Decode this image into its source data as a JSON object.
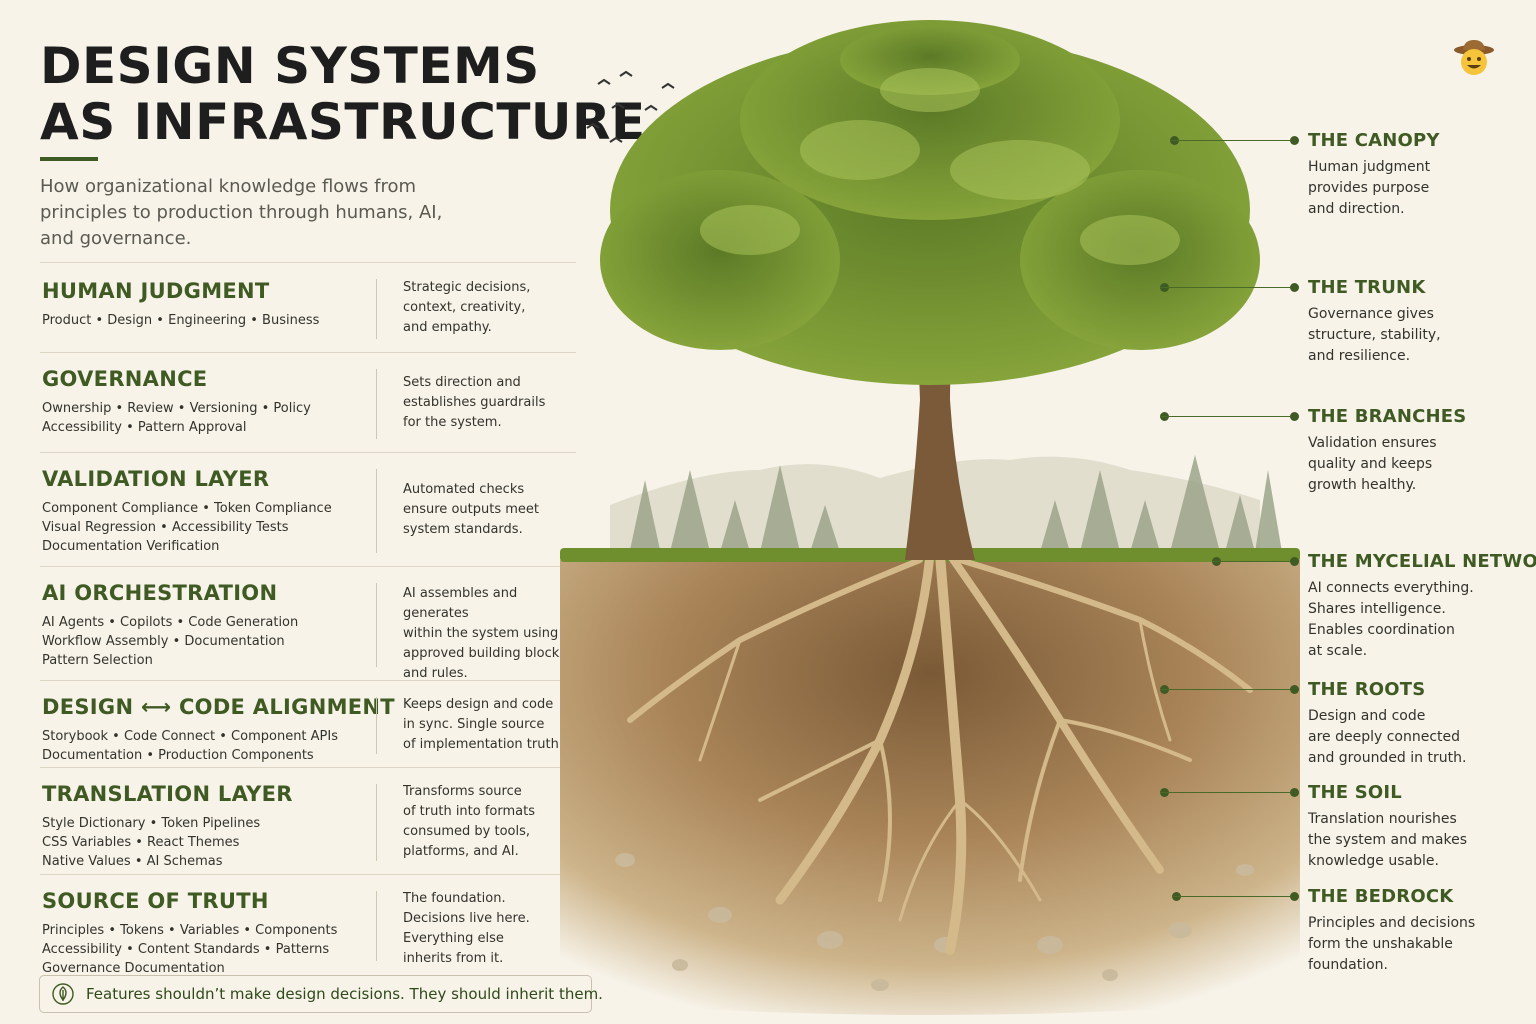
{
  "header": {
    "title_line1": "DESIGN SYSTEMS",
    "title_line2": "AS INFRASTRUCTURE",
    "subtitle": "How organizational knowledge flows from principles to production through humans, AI, and governance."
  },
  "layers": [
    {
      "title": "HUMAN JUDGMENT",
      "tags": [
        "Product • Design • Engineering • Business"
      ],
      "desc": [
        "Strategic decisions,",
        "context, creativity,",
        "and empathy."
      ]
    },
    {
      "title": "GOVERNANCE",
      "tags": [
        "Ownership • Review • Versioning • Policy",
        "Accessibility • Pattern Approval"
      ],
      "desc": [
        "Sets direction and",
        "establishes guardrails",
        "for the system."
      ]
    },
    {
      "title": "VALIDATION LAYER",
      "tags": [
        "Component Compliance • Token Compliance",
        "Visual Regression • Accessibility Tests",
        "Documentation Verification"
      ],
      "desc": [
        "Automated checks",
        "ensure outputs meet",
        "system standards."
      ]
    },
    {
      "title": "AI ORCHESTRATION",
      "tags": [
        "AI Agents • Copilots • Code Generation",
        "Workflow Assembly • Documentation",
        "Pattern Selection"
      ],
      "desc": [
        "AI assembles and generates",
        "within the system using",
        "approved building blocks",
        "and rules."
      ]
    },
    {
      "title": "DESIGN ⟷ CODE ALIGNMENT",
      "tags": [
        "Storybook • Code Connect • Component APIs",
        "Documentation • Production Components"
      ],
      "desc": [
        "Keeps design and code",
        "in sync. Single source",
        "of implementation truth."
      ]
    },
    {
      "title": "TRANSLATION LAYER",
      "tags": [
        "Style Dictionary • Token Pipelines",
        "CSS Variables • React Themes",
        "Native Values • AI Schemas"
      ],
      "desc": [
        "Transforms source",
        "of truth into formats",
        "consumed by tools,",
        "platforms, and AI."
      ]
    },
    {
      "title": "SOURCE OF TRUTH",
      "tags": [
        "Principles • Tokens • Variables • Components",
        "Accessibility • Content Standards • Patterns",
        "Governance Documentation"
      ],
      "desc": [
        "The foundation.",
        "Decisions live here.",
        "Everything else",
        "inherits from it."
      ]
    }
  ],
  "callouts": [
    {
      "title": "THE CANOPY",
      "text": [
        "Human judgment",
        "provides purpose",
        "and direction."
      ]
    },
    {
      "title": "THE TRUNK",
      "text": [
        "Governance gives",
        "structure, stability,",
        "and resilience."
      ]
    },
    {
      "title": "THE BRANCHES",
      "text": [
        "Validation ensures",
        "quality and keeps",
        "growth healthy."
      ]
    },
    {
      "title": "THE MYCELIAL NETWORK",
      "text": [
        "AI connects everything.",
        "Shares intelligence.",
        "Enables coordination",
        "at scale."
      ]
    },
    {
      "title": "THE ROOTS",
      "text": [
        "Design and code",
        "are deeply connected",
        "and grounded in truth."
      ]
    },
    {
      "title": "THE SOIL",
      "text": [
        "Translation nourishes",
        "the system and makes",
        "knowledge usable."
      ]
    },
    {
      "title": "THE BEDROCK",
      "text": [
        "Principles and decisions",
        "form the unshakable",
        "foundation."
      ]
    }
  ],
  "footer": {
    "text": "Features shouldn’t make design decisions. They should inherit them."
  },
  "icons": {
    "footer": "leaf-icon",
    "corner": "cowboy-emoji-icon",
    "birds": "birds-icon"
  },
  "colors": {
    "accent": "#3f5a23",
    "background": "#f7f3e9",
    "soil": "#9c7a50",
    "foliage": "#7d9a38"
  }
}
